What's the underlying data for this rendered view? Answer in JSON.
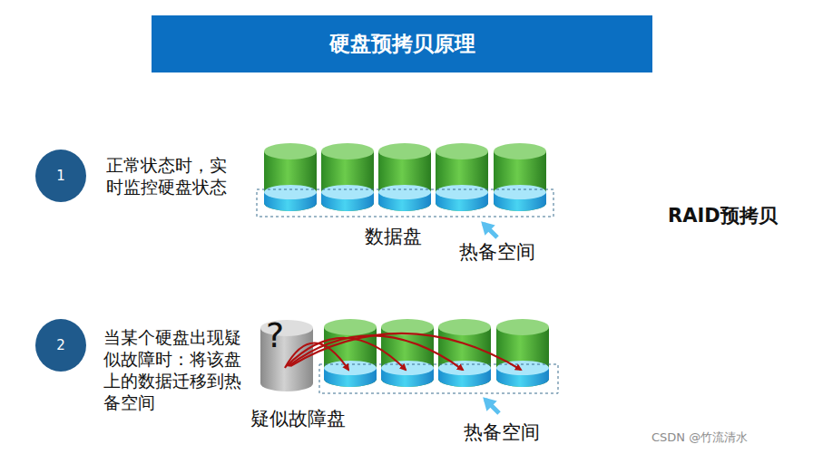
{
  "diagram": {
    "title": "硬盘预拷贝原理",
    "nodes": [
      {
        "text": [
          "1"
        ]
      },
      {
        "text": [
          "2"
        ]
      }
    ],
    "labels": [
      "正常状态时，实时监控硬盘状态",
      "数据盘",
      "热备空间",
      "RAID预拷贝",
      "当某个硬盘出现疑似故障时：将该盘上的数据迁移到热备空间",
      "?",
      "疑似故障盘",
      "热备空间",
      "CSDN @竹流清水"
    ]
  }
}
